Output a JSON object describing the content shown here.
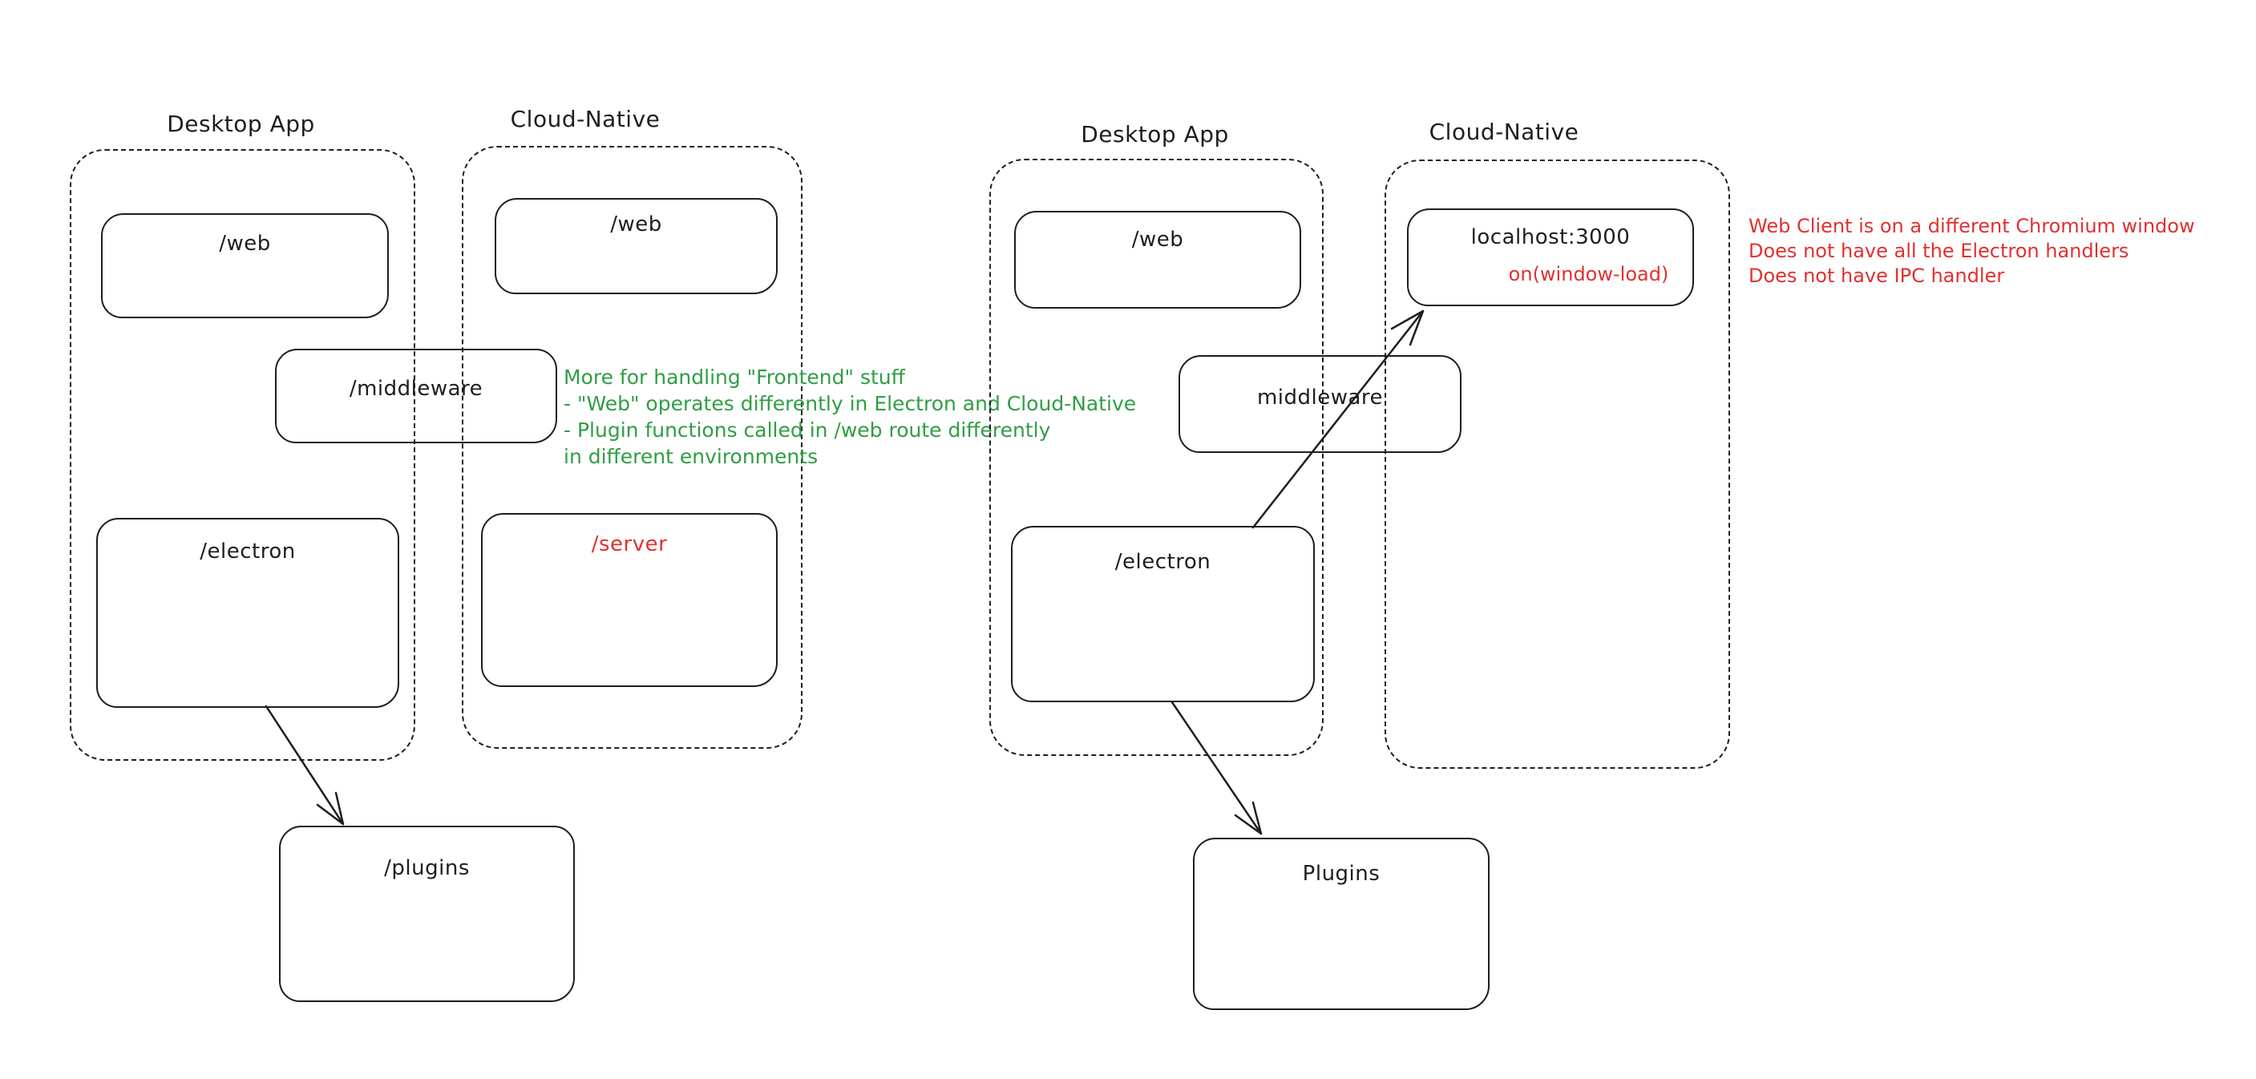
{
  "palette": {
    "background": "#ffffff",
    "stroke": "#1e1e1e",
    "red": "#e03131",
    "green": "#2f9e44"
  },
  "left": {
    "desktop": {
      "title": "Desktop App",
      "web": "/web",
      "electron": "/electron"
    },
    "cloud": {
      "title": "Cloud-Native",
      "web": "/web",
      "server": "/server"
    },
    "middleware": "/middleware",
    "plugins": "/plugins",
    "note": {
      "line1": "More for handling \"Frontend\" stuff",
      "line2": "- \"Web\" operates differently in Electron and Cloud-Native",
      "line3": "- Plugin functions called in /web route differently",
      "line4": "in different environments"
    }
  },
  "right": {
    "desktop": {
      "title": "Desktop App",
      "web": "/web",
      "electron": "/electron"
    },
    "cloud": {
      "title": "Cloud-Native",
      "localhost_title": "localhost:3000",
      "localhost_sub": "on(window-load)"
    },
    "middleware": "middleware",
    "plugins": "Plugins",
    "note": {
      "line1": "Web Client is on a different Chromium window",
      "line2": "Does not have all the Electron handlers",
      "line3": "Does not have IPC handler"
    }
  }
}
